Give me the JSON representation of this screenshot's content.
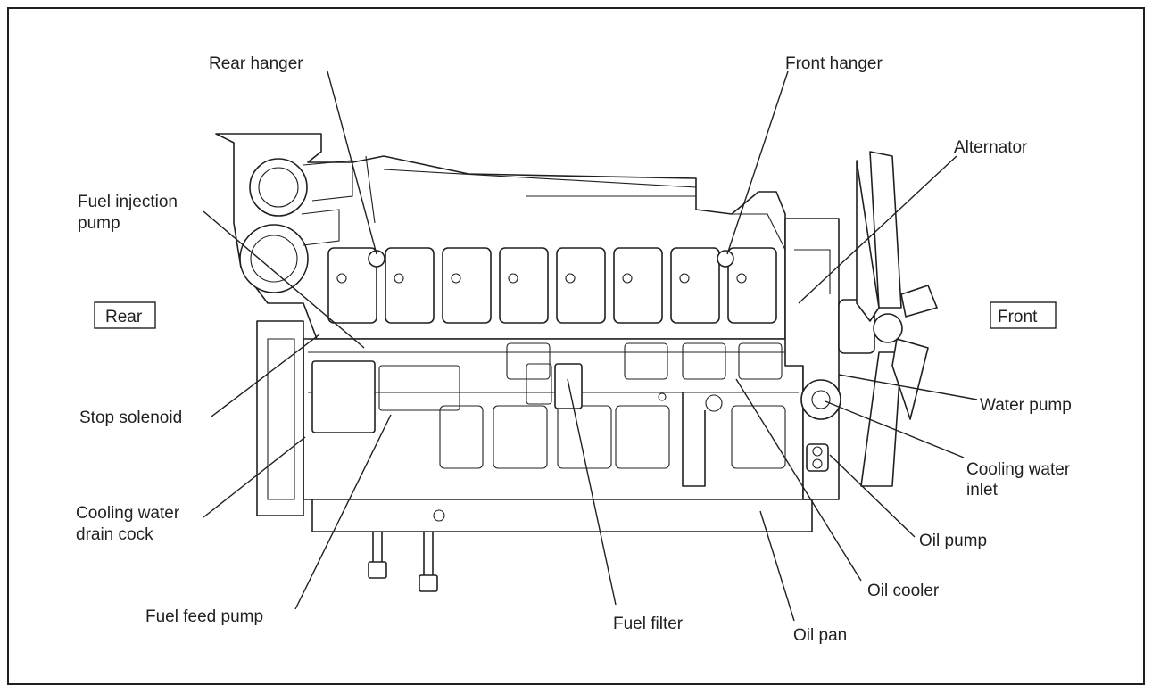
{
  "labels": {
    "rear_hanger": "Rear hanger",
    "front_hanger": "Front hanger",
    "alternator": "Alternator",
    "fuel_injection_pump_line1": "Fuel injection",
    "fuel_injection_pump_line2": "pump",
    "rear": "Rear",
    "front": "Front",
    "stop_solenoid": "Stop solenoid",
    "water_pump": "Water pump",
    "cooling_water_inlet_line1": "Cooling water",
    "cooling_water_inlet_line2": "inlet",
    "cooling_water_drain_cock_line1": "Cooling water",
    "cooling_water_drain_cock_line2": "drain cock",
    "oil_pump": "Oil pump",
    "oil_cooler": "Oil cooler",
    "fuel_feed_pump": "Fuel feed pump",
    "fuel_filter": "Fuel filter",
    "oil_pan": "Oil pan"
  },
  "colors": {
    "line": "#231f20",
    "background": "#ffffff"
  }
}
